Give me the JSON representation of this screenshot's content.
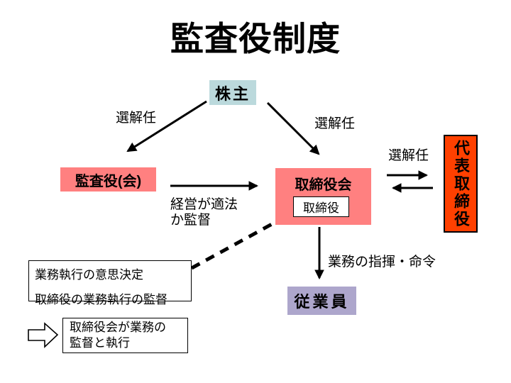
{
  "title": "監査役制度",
  "nodes": {
    "shareholders": "株主",
    "auditors": "監査役(会)",
    "board": "取締役会",
    "director": "取締役",
    "representative": "代表取締役",
    "employees": "従業員"
  },
  "edge_labels": {
    "appoint_left": "選解任",
    "appoint_center": "選解任",
    "appoint_right": "選解任",
    "supervise_line1": "経営が適法",
    "supervise_line2": "か監督",
    "command": "業務の指揮・命令"
  },
  "note_boxes": {
    "decision_line1": "業務執行の意思決定",
    "decision_line2": "取締役の業務執行の監督",
    "legend_line1": "取締役会が業務の",
    "legend_line2": "監督と執行"
  },
  "colors": {
    "shareholders_bg": "#bbd9dc",
    "auditors_bg": "#ff8080",
    "board_bg": "#ff8080",
    "representative_bg": "#ff4000",
    "employees_bg": "#ada6cc",
    "arrow": "#000000"
  }
}
